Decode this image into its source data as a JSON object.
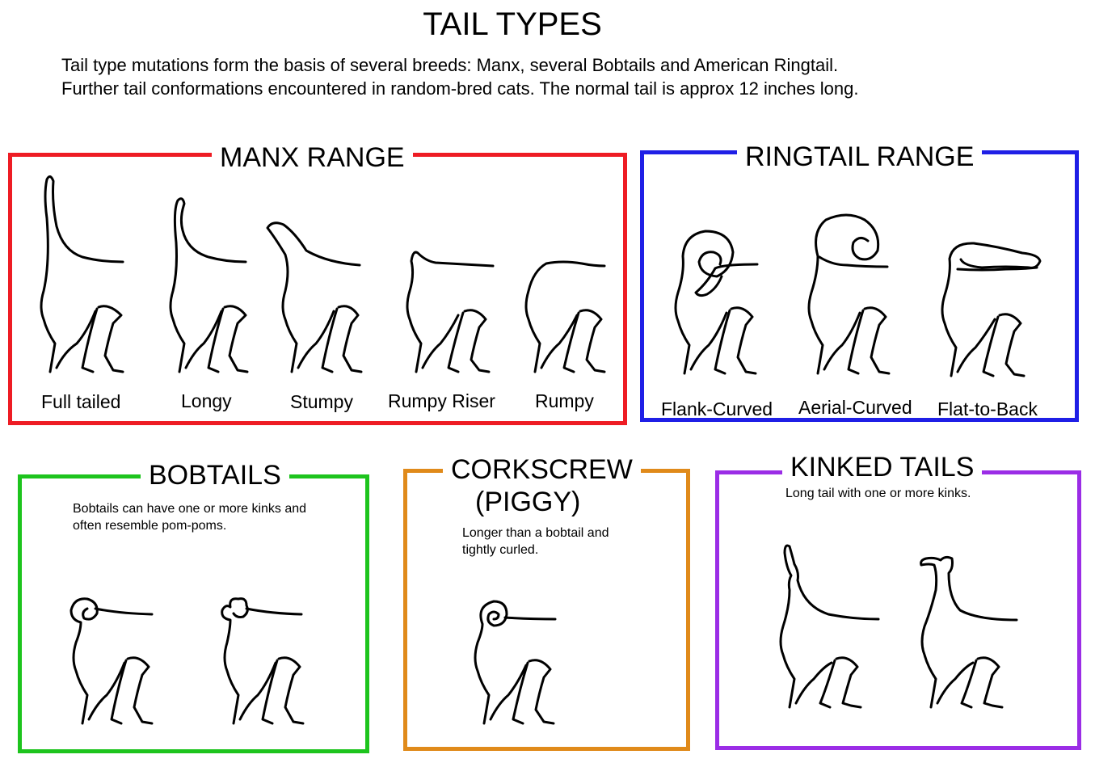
{
  "title": "TAIL TYPES",
  "intro": {
    "line1": "Tail type mutations form the basis of several breeds:  Manx, several Bobtails and American Ringtail.",
    "line2": "Further tail conformations encountered in random-bred cats.   The normal tail is approx 12 inches long."
  },
  "colors": {
    "manx": "#ee1c24",
    "ringtail": "#1f1fe6",
    "bobtails": "#1dc41d",
    "corkscrew": "#e08a1a",
    "kinked": "#9b2de6"
  },
  "manx": {
    "heading": "MANX RANGE",
    "types": [
      {
        "label": "Full tailed",
        "icon": "full-tailed-cat-icon"
      },
      {
        "label": "Longy",
        "icon": "longy-cat-icon"
      },
      {
        "label": "Stumpy",
        "icon": "stumpy-cat-icon"
      },
      {
        "label": "Rumpy Riser",
        "icon": "rumpy-riser-cat-icon"
      },
      {
        "label": "Rumpy",
        "icon": "rumpy-cat-icon"
      }
    ]
  },
  "ringtail": {
    "heading": "RINGTAIL RANGE",
    "types": [
      {
        "label": "Flank-Curved",
        "icon": "flank-curved-cat-icon"
      },
      {
        "label": "Aerial-Curved",
        "icon": "aerial-curved-cat-icon"
      },
      {
        "label": "Flat-to-Back",
        "icon": "flat-to-back-cat-icon"
      }
    ]
  },
  "bobtails": {
    "heading": "BOBTAILS",
    "note_line1": "Bobtails can have one or more kinks and",
    "note_line2": "often resemble pom-poms."
  },
  "corkscrew": {
    "heading_line1": "CORKSCREW",
    "heading_line2": "(PIGGY)",
    "note_line1": "Longer than a bobtail and",
    "note_line2": "tightly curled."
  },
  "kinked": {
    "heading": "KINKED TAILS",
    "note": "Long tail with one or more kinks."
  }
}
